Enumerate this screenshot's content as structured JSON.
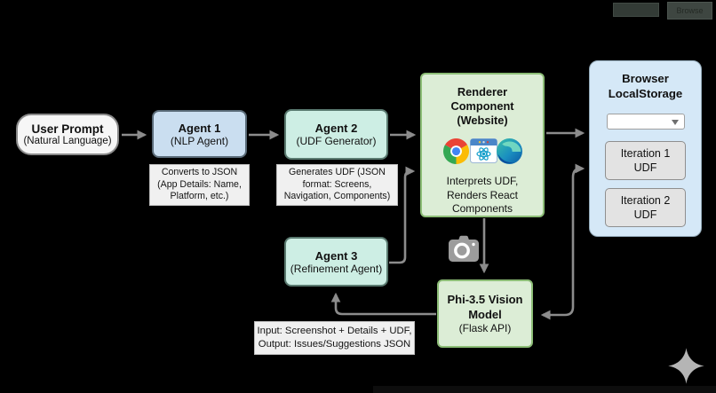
{
  "colors": {
    "background": "#000000",
    "arrow_gray": "#8c8c8c",
    "agent_blue_fill": "#cadef0",
    "agent_teal_fill": "#cdeee4",
    "green_fill": "#dcedd6",
    "green_border": "#8cbd76",
    "storage_blue_fill": "#d5e8f7",
    "note_fill": "#f0f0f0",
    "prompt_fill": "#f6f6f6"
  },
  "topbar": {
    "browse_label": "Browse"
  },
  "nodes": {
    "user_prompt": {
      "title": "User Prompt",
      "subtitle": "(Natural Language)"
    },
    "agent1": {
      "title": "Agent 1",
      "subtitle": "(NLP Agent)",
      "note": "Converts to JSON (App Details: Name, Platform, etc.)"
    },
    "agent2": {
      "title": "Agent 2",
      "subtitle": "(UDF Generator)",
      "note": "Generates UDF (JSON format: Screens, Navigation, Components)"
    },
    "agent3": {
      "title": "Agent 3",
      "subtitle": "(Refinement Agent)"
    },
    "renderer": {
      "title": "Renderer Component (Website)",
      "body": "Interprets UDF, Renders React Components"
    },
    "phi": {
      "title": "Phi-3.5 Vision Model",
      "subtitle": "(Flask API)",
      "note": "Input: Screenshot + Details + UDF, Output: Issues/Suggestions JSON"
    },
    "local_storage": {
      "title": "Browser LocalStorage",
      "dropdown_value": "",
      "iterations": [
        "Iteration 1 UDF",
        "Iteration 2 UDF"
      ]
    }
  },
  "icons": {
    "renderer_browsers": [
      "chrome",
      "react-app-window",
      "edge"
    ],
    "camera": "screenshot-camera",
    "sparkle": "sparkle-cursor",
    "dropdown_caret": "chevron-down"
  },
  "flows": [
    "User Prompt -> Agent 1",
    "Agent 1 -> Agent 2",
    "Agent 2 -> Renderer Component",
    "Agent 3 -> Renderer Component",
    "Renderer Component -> Browser LocalStorage",
    "Renderer Component -> Phi-3.5 Vision Model",
    "Phi-3.5 Vision Model -> Agent 3",
    "Phi-3.5 Vision Model <-> Browser LocalStorage"
  ]
}
